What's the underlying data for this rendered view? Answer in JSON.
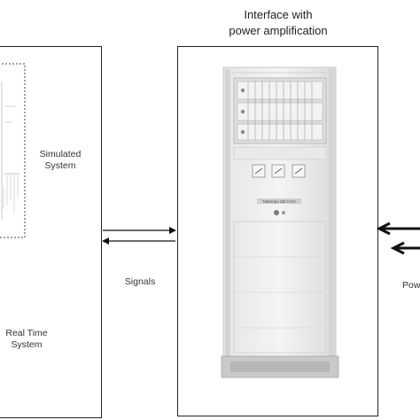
{
  "diagram": {
    "left_block": {
      "simulated_label": [
        "Simulated",
        "System"
      ],
      "realtime_label": [
        "Real Time",
        "System"
      ]
    },
    "center_block": {
      "title": [
        "Interface with",
        "power amplification"
      ],
      "cabinet_panel_label": "Tattempo 3Ø 3 UO"
    },
    "signals_label": "Signals",
    "right_partial_label": "Pow"
  }
}
